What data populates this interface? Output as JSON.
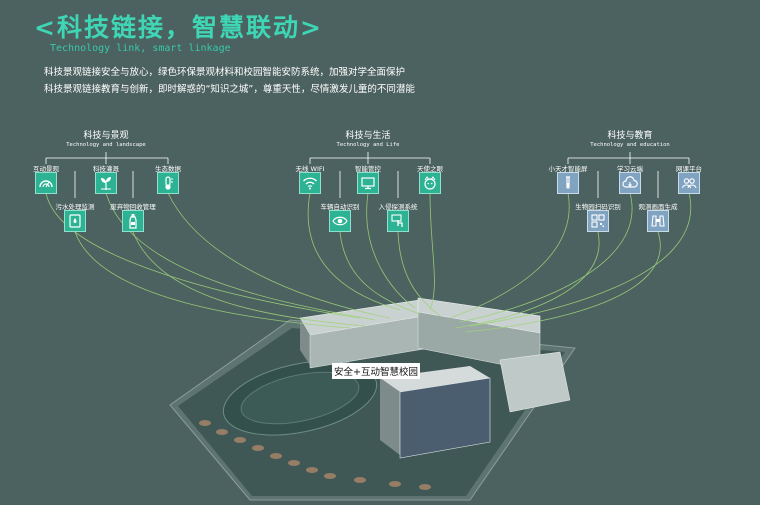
{
  "header": {
    "title": "<科技链接，智慧联动>",
    "subtitle": "Technology link, smart linkage",
    "desc_line1": "科技景观链接安全与放心，绿色环保景观材料和校园智能安防系统，加强对学全面保护",
    "desc_line2": "科技景观链接教育与创新，即时解惑的“知识之城”，尊重天性，尽情激发儿童的不同潜能"
  },
  "groups": {
    "landscape": {
      "title": "科技与景观",
      "en": "Technology and landscape",
      "items": {
        "interactive": "互动景观",
        "irrigation": "科技灌溉",
        "eco_data": "生态数据",
        "sewage": "污水处理监测",
        "waste": "废弃物回收管理"
      }
    },
    "life": {
      "title": "科技与生活",
      "en": "Technology and Life",
      "items": {
        "wifi": "无线 WIFI",
        "smart_control": "智能管控",
        "angel_eye": "天使之眼",
        "vehicle_id": "车辆自动识别",
        "intrusion": "入侵探测系统"
      }
    },
    "education": {
      "title": "科技与教育",
      "en": "Technology and education",
      "items": {
        "genius_screen": "小天才智能屏",
        "cloud_class": "学习云端",
        "online_platform": "网课平台",
        "bio_scan": "生物园扫码识别",
        "observe_ai": "观测画面生成"
      }
    }
  },
  "center": {
    "label": "安全+互动智慧校园"
  },
  "colors": {
    "background": "#4c6260",
    "accent": "#3ed6b5",
    "icon_green": "#2db394",
    "icon_blue": "#7fa3c0",
    "line": "#9fd27a"
  }
}
